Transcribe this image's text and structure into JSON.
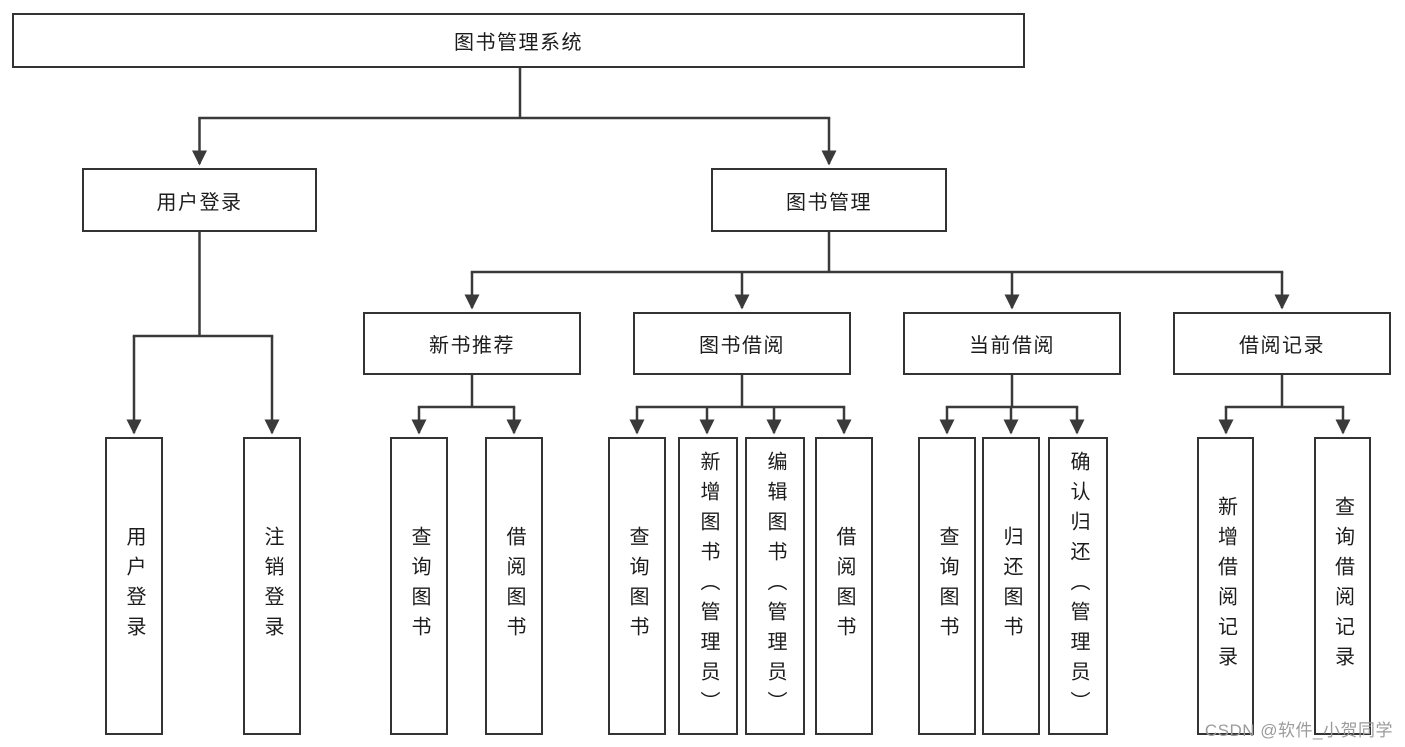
{
  "colors": {
    "background": "#ffffff",
    "line": "#3a3a3a",
    "box_border": "#333333",
    "text": "#1c1c1c",
    "watermark": "#9b9b9b"
  },
  "tree": {
    "root": "图书管理系统",
    "user_login": {
      "label": "用户登录",
      "children": [
        "用户登录",
        "注销登录"
      ]
    },
    "book_mgmt": {
      "label": "图书管理",
      "sections": [
        {
          "label": "新书推荐",
          "children": [
            "查询图书",
            "借阅图书"
          ]
        },
        {
          "label": "图书借阅",
          "children": [
            "查询图书",
            "新增图书（管理员）",
            "编辑图书（管理员）",
            "借阅图书"
          ]
        },
        {
          "label": "当前借阅",
          "children": [
            "查询图书",
            "归还图书",
            "确认归还（管理员）"
          ]
        },
        {
          "label": "借阅记录",
          "children": [
            "新增借阅记录",
            "查询借阅记录"
          ]
        }
      ]
    }
  },
  "watermark": {
    "text": "CSDN @软件_小贺同学"
  }
}
